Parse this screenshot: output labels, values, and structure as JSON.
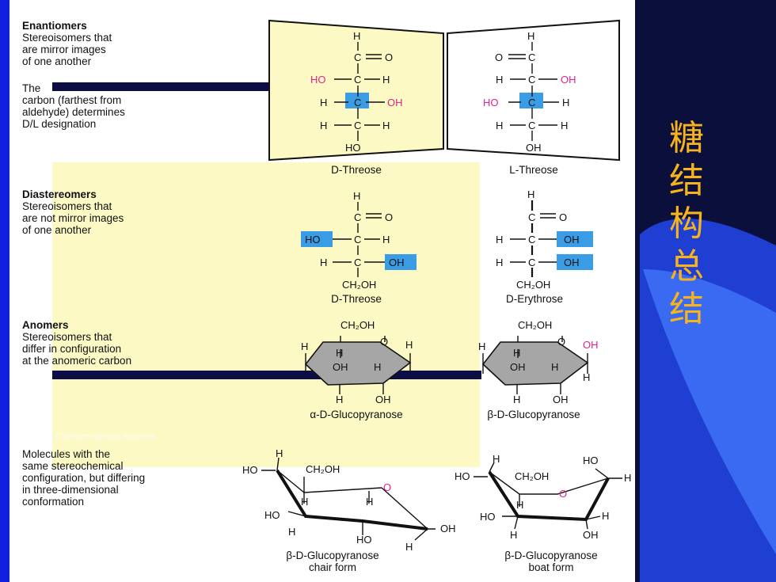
{
  "slide_title_chars": [
    "糖",
    "结",
    "构",
    "总",
    "结"
  ],
  "colors": {
    "background": "#0a0f3c",
    "accent_blue": "#2e62ee",
    "title": "#f7b31c",
    "highlight": "#3a9ce4",
    "pink": "#e0238b",
    "ring_gray": "#a6a6a6",
    "panel_yellow": "#fcf9c4"
  },
  "sections": {
    "enantiomers": {
      "heading": "Enantiomers",
      "desc": [
        "Stereoisomers that",
        "are mirror images",
        "of one another"
      ],
      "note": [
        "The",
        "carbon (farthest from",
        "aldehyde) determines",
        "D/L designation"
      ],
      "left_caption": "D-Threose",
      "right_caption": "L-Threose"
    },
    "diastereomers": {
      "heading": "Diastereomers",
      "desc": [
        "Stereoisomers that",
        "are not mirror images",
        "of one another"
      ],
      "left_caption": "D-Threose",
      "right_caption": "D-Erythrose"
    },
    "anomers": {
      "heading": "Anomers",
      "desc": [
        "Stereoisomers that",
        "differ in configuration",
        "at the anomeric carbon"
      ],
      "left_caption": "α-D-Glucopyranose",
      "right_caption": "β-D-Glucopyranose"
    },
    "conformers": {
      "heading_faded": "Conformational isomers",
      "desc": [
        "Molecules with the",
        "same stereochemical",
        "configuration, but differing",
        "in three-dimensional",
        "conformation"
      ],
      "left_caption": [
        "β-D-Glucopyranose",
        "chair form"
      ],
      "right_caption": [
        "β-D-Glucopyranose",
        "boat form"
      ]
    }
  },
  "chem_labels": {
    "H": "H",
    "C": "C",
    "O": "O",
    "HO": "HO",
    "OH": "OH",
    "CH2OH": "CH₂OH"
  }
}
